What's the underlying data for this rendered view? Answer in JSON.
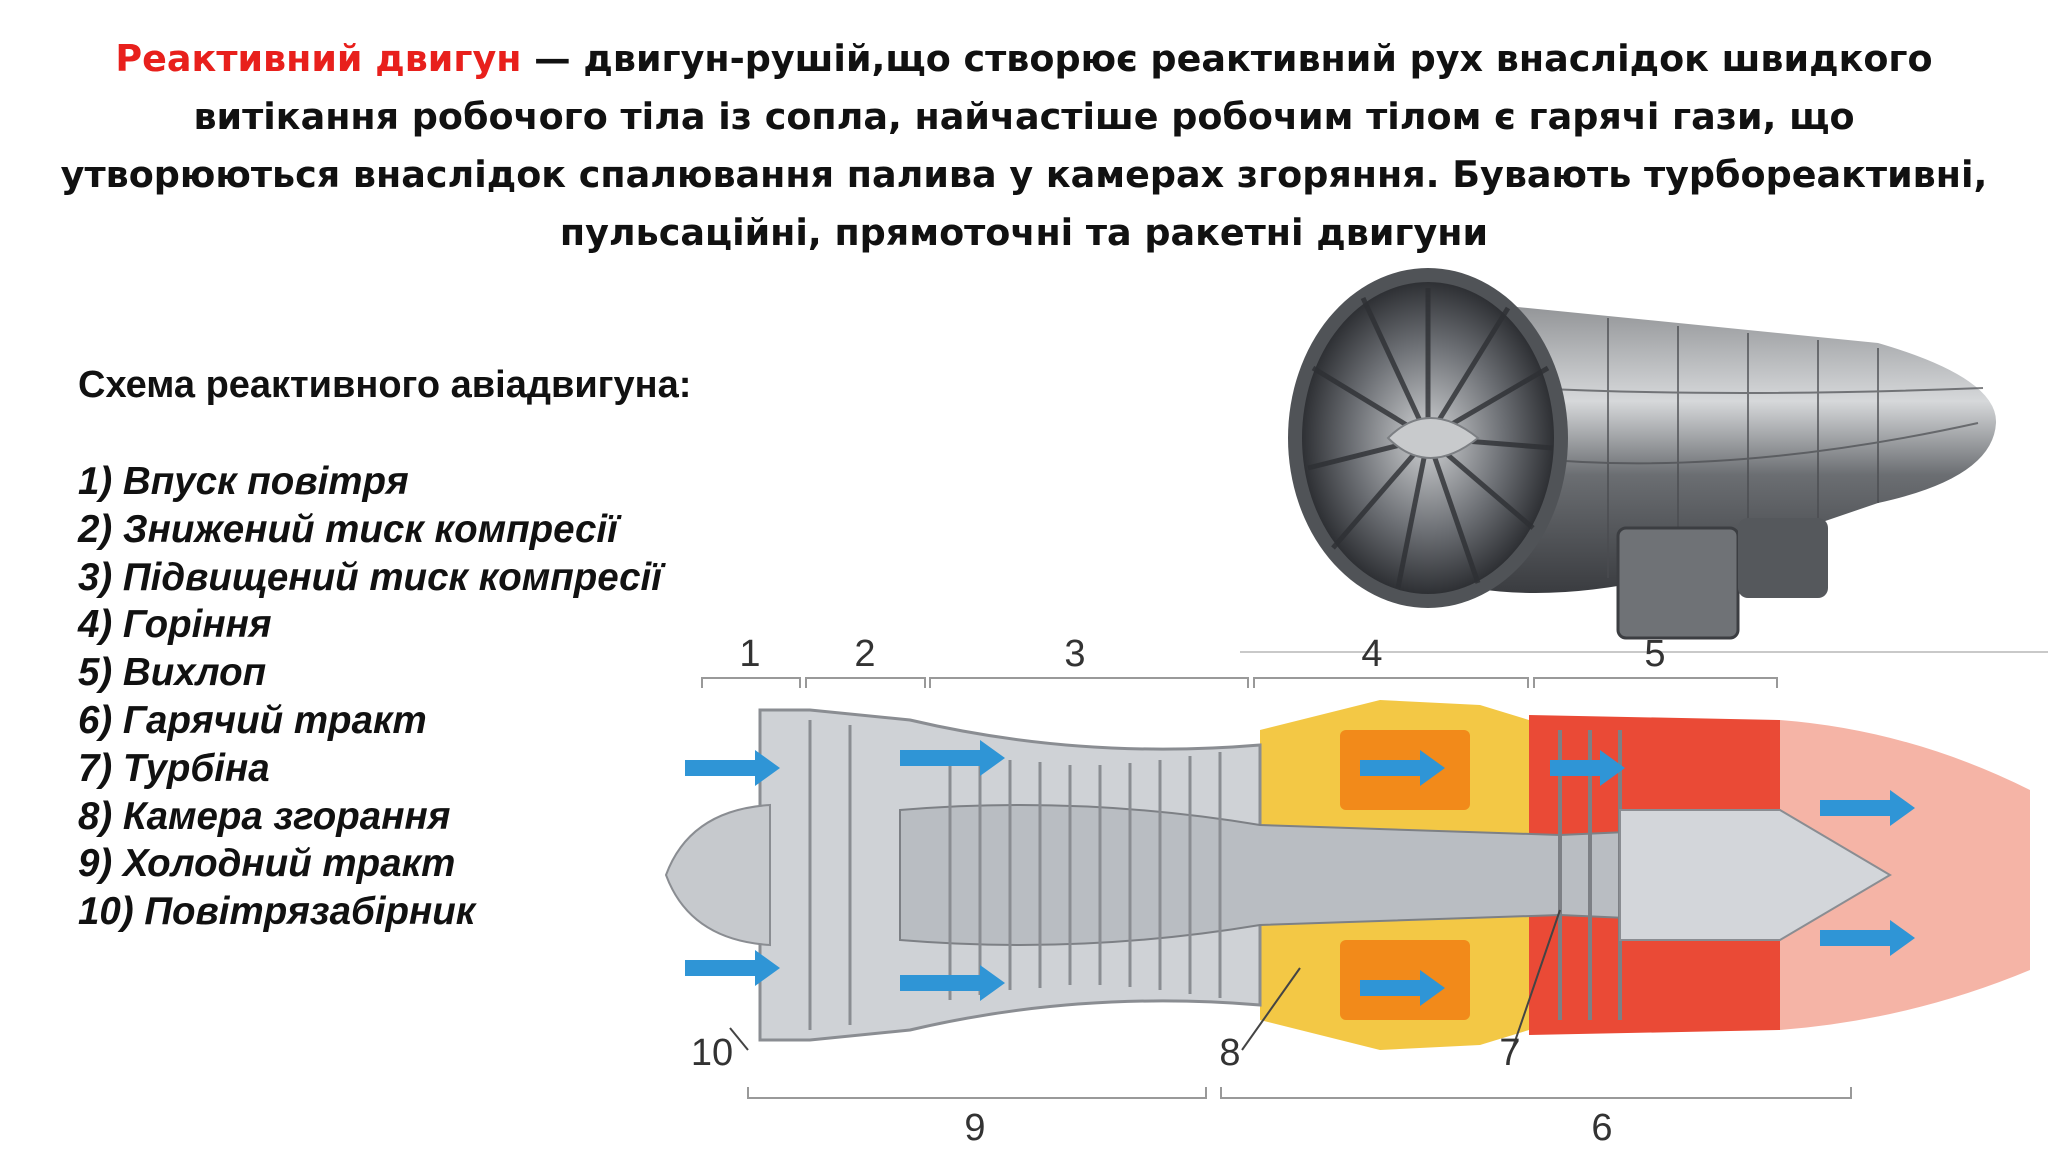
{
  "slide": {
    "intro": {
      "term": "Реактивний двигун",
      "rest": " — двигун-рушій,що створює реактивний рух внаслідок швидкого витікання робочого тіла із сопла, найчастіше робочим тілом є гарячі гази, що утворюються внаслідок спалювання палива у камерах згоряння. Бувають турбореактивні, пульсаційні, прямоточні та ракетні двигуни"
    },
    "schema_heading": "Схема реактивного авіадвигуна:",
    "legend": [
      "1) Впуск повітря",
      "2) Знижений тиск компресії",
      "3) Підвищений тиск компресії",
      "4) Горіння",
      "5) Вихлоп",
      "6) Гарячий тракт",
      "7) Турбіна",
      "8) Камера згорання",
      "9) Холодний тракт",
      "10) Повітрязабірник"
    ]
  },
  "diagram": {
    "top_labels": [
      "1",
      "2",
      "3",
      "4",
      "5"
    ],
    "bottom_labels": [
      "9",
      "6"
    ],
    "callouts": [
      "10",
      "8",
      "7"
    ]
  },
  "colors": {
    "term_red": "#e8201c",
    "airflow_blue": "#2f95d6",
    "flame_orange": "#f28a1a",
    "exhaust_red": "#ea4a36",
    "engine_grey": "#b9bdc2"
  }
}
